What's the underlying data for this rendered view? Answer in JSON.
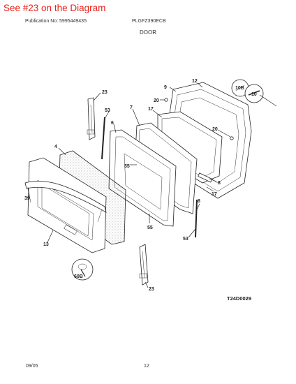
{
  "header": {
    "note": "See #23 on the Diagram",
    "publication": "Publication No: 5995449435",
    "model": "PLGFZ390ECB",
    "section": "DOOR"
  },
  "callouts": {
    "c12": "12",
    "c9": "9",
    "c10b": "10B",
    "c10": "10",
    "c23a": "23",
    "c53a": "53",
    "c7": "7",
    "c20a": "20",
    "c17a": "17",
    "c6": "6",
    "c20b": "20",
    "c4": "4",
    "c55a": "55",
    "c8": "8",
    "c17b": "17",
    "c39": "39",
    "c8b": "8",
    "c55b": "55",
    "c13": "13",
    "c53b": "53",
    "c60b": "60B",
    "c23b": "23"
  },
  "footer": {
    "figure_code": "T24D0029",
    "date": "09/05",
    "page": "12"
  }
}
